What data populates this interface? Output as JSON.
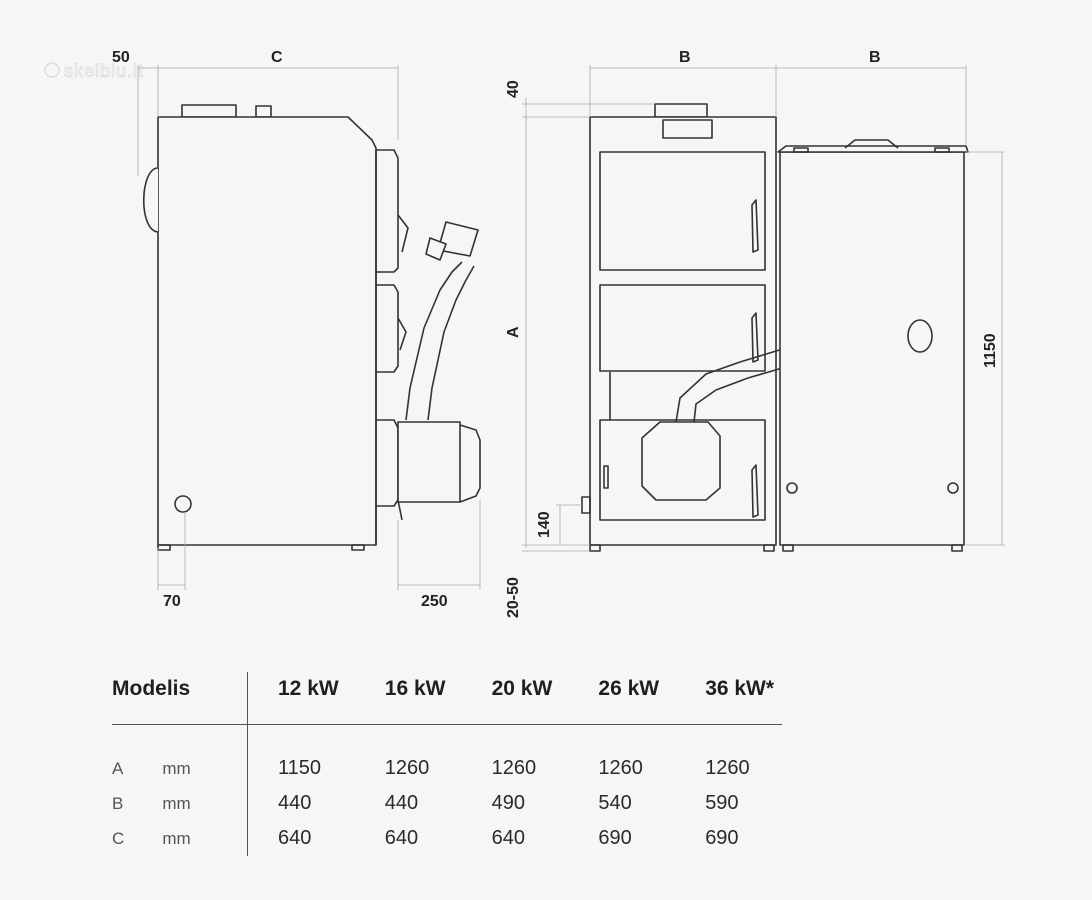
{
  "watermark": "skelbiu.lt",
  "dimensions": {
    "side_top_offset": "50",
    "side_depth": "C",
    "side_foot_offset": "70",
    "side_burner_depth": "250",
    "front_top_offset": "40",
    "front_height": "A",
    "front_bottom_offset": "140",
    "front_leg_height": "20-50",
    "front_width": "B",
    "hopper_width": "B",
    "hopper_height": "1150"
  },
  "table": {
    "header_label": "Modelis",
    "models": [
      "12 kW",
      "16 kW",
      "20 kW",
      "26 kW",
      "36 kW*"
    ],
    "rows": [
      {
        "label": "A",
        "unit": "mm",
        "values": [
          "1150",
          "1260",
          "1260",
          "1260",
          "1260"
        ]
      },
      {
        "label": "B",
        "unit": "mm",
        "values": [
          "440",
          "440",
          "490",
          "540",
          "590"
        ]
      },
      {
        "label": "C",
        "unit": "mm",
        "values": [
          "640",
          "640",
          "640",
          "690",
          "690"
        ]
      }
    ]
  }
}
